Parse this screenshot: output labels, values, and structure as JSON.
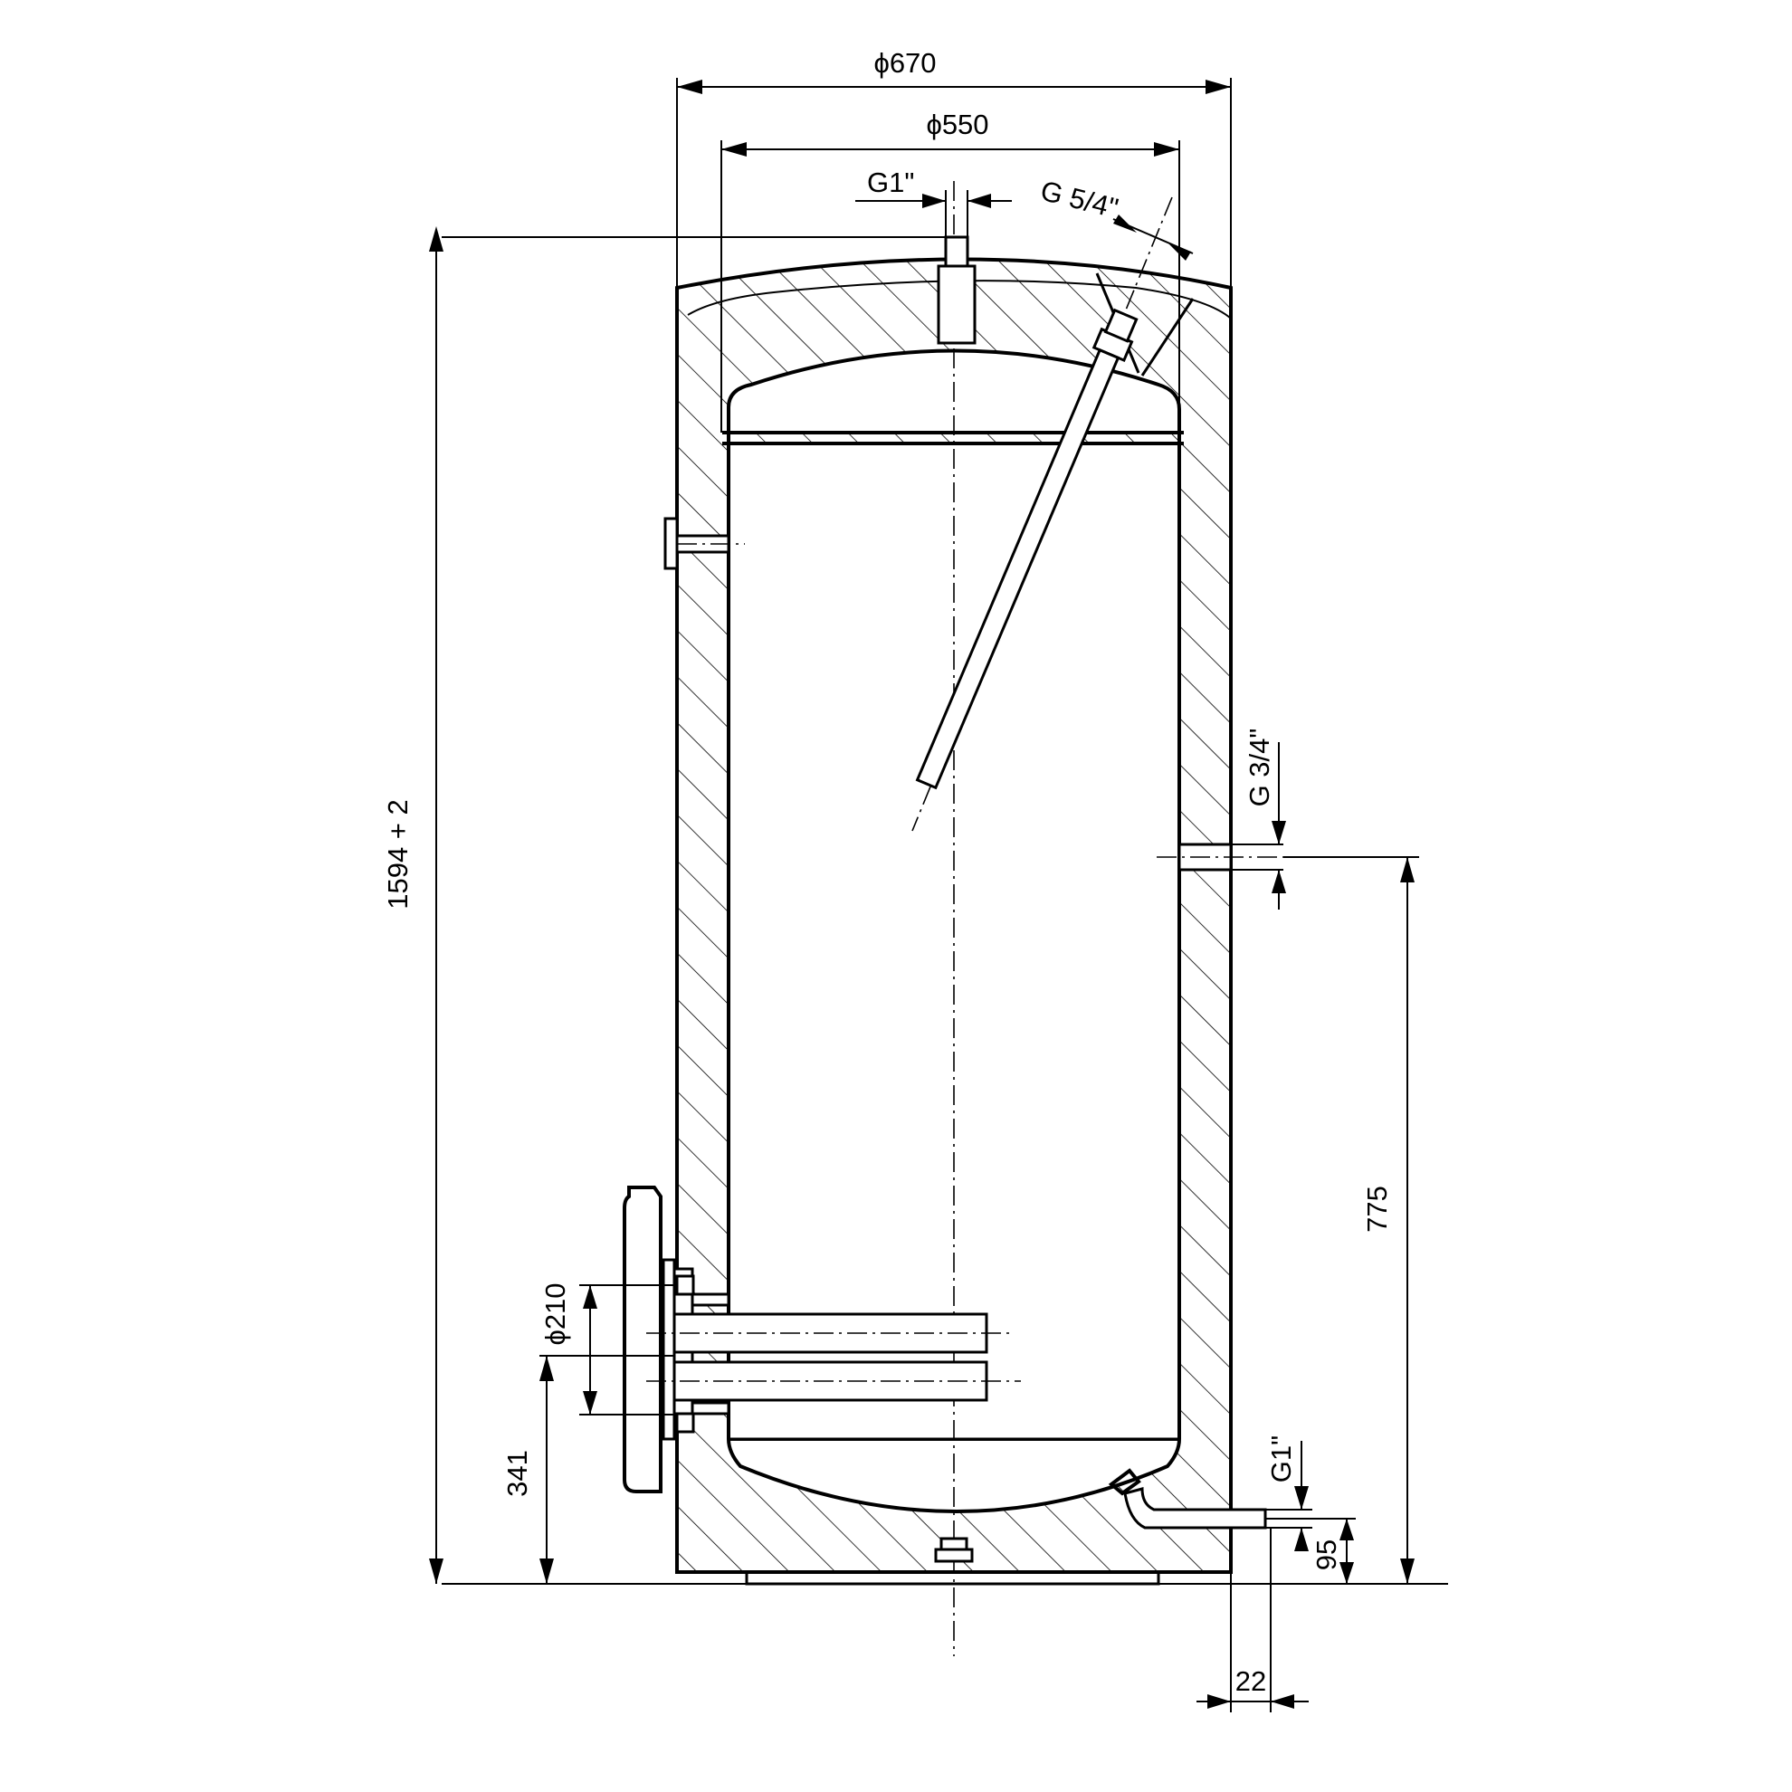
{
  "dimensions": {
    "outer_diameter": "ϕ670",
    "inner_diameter": "ϕ550",
    "top_inlet_thread": "G1\"",
    "anode_thread": "G 5/4\"",
    "total_height": "1594 + 2",
    "side_outlet_thread": "G 3/4\"",
    "side_outlet_height": "775",
    "flange_diameter": "ϕ210",
    "flange_height": "341",
    "drain_thread": "G1\"",
    "drain_height": "95",
    "drain_offset": "22"
  },
  "colors": {
    "line": "#000000",
    "background": "#ffffff"
  }
}
